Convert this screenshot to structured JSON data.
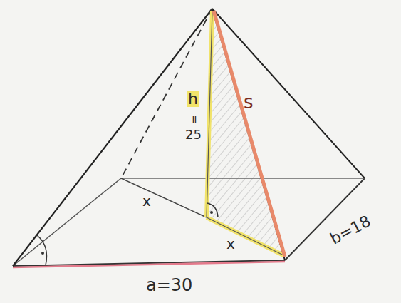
{
  "diagram": {
    "labels": [
      "h",
      "=",
      "25",
      "x",
      "x",
      "s",
      "b=18",
      "a=30"
    ]
  }
}
